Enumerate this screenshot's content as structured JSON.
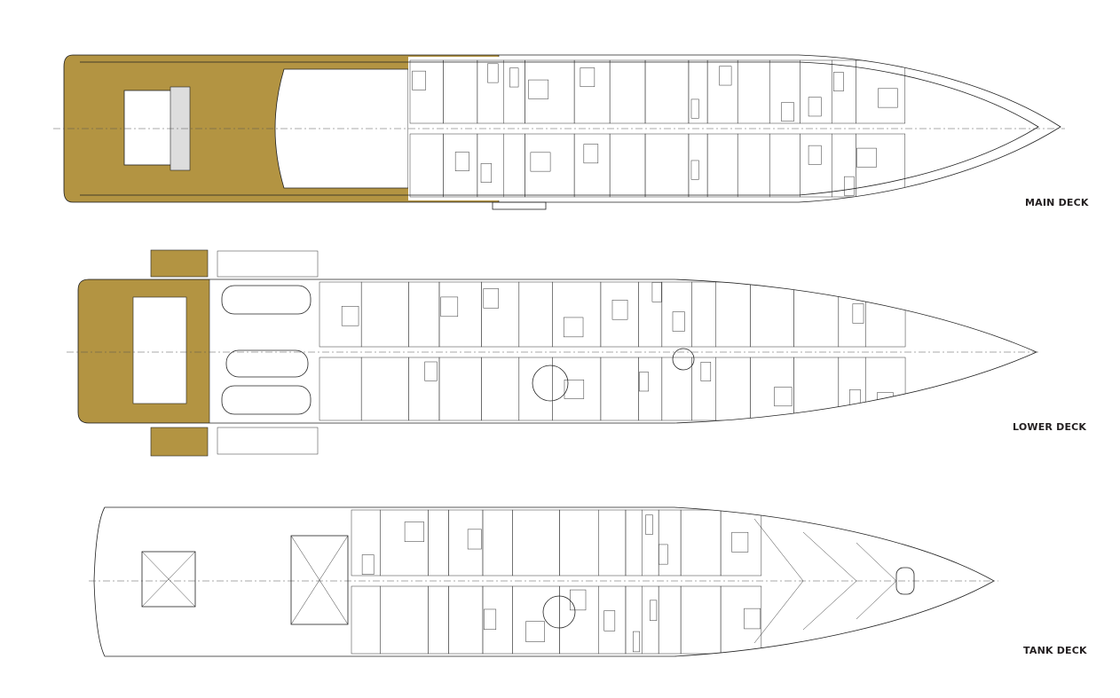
{
  "decks": [
    {
      "id": "main",
      "label": "MAIN DECK"
    },
    {
      "id": "lower",
      "label": "LOWER DECK"
    },
    {
      "id": "tank",
      "label": "TANK DECK"
    }
  ],
  "colors": {
    "deck_highlight": "#b39442",
    "line": "#222222",
    "background": "#ffffff"
  }
}
